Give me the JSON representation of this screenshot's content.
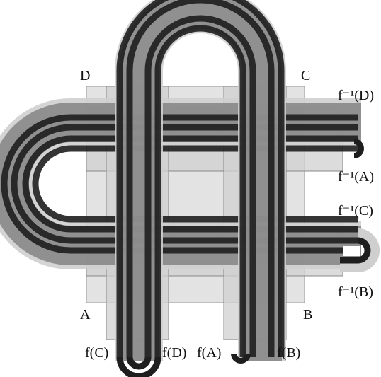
{
  "corners": {
    "a": "A",
    "b": "B",
    "c": "C",
    "d": "D"
  },
  "right_labels": {
    "f_inv_d": "f⁻¹(D)",
    "f_inv_a": "f⁻¹(A)",
    "f_inv_c": "f⁻¹(C)",
    "f_inv_b": "f⁻¹(B)"
  },
  "bottom_labels": {
    "f_c": "f(C)",
    "f_d": "f(D)",
    "f_a": "f(A)",
    "f_b": "f(B)"
  },
  "colors": {
    "square": "#e3e3e3",
    "outer_band": "#cfcfcf",
    "inner_band": "#8a8a8a",
    "strand": "#2b2b2b",
    "core": "#d6d6d6"
  }
}
